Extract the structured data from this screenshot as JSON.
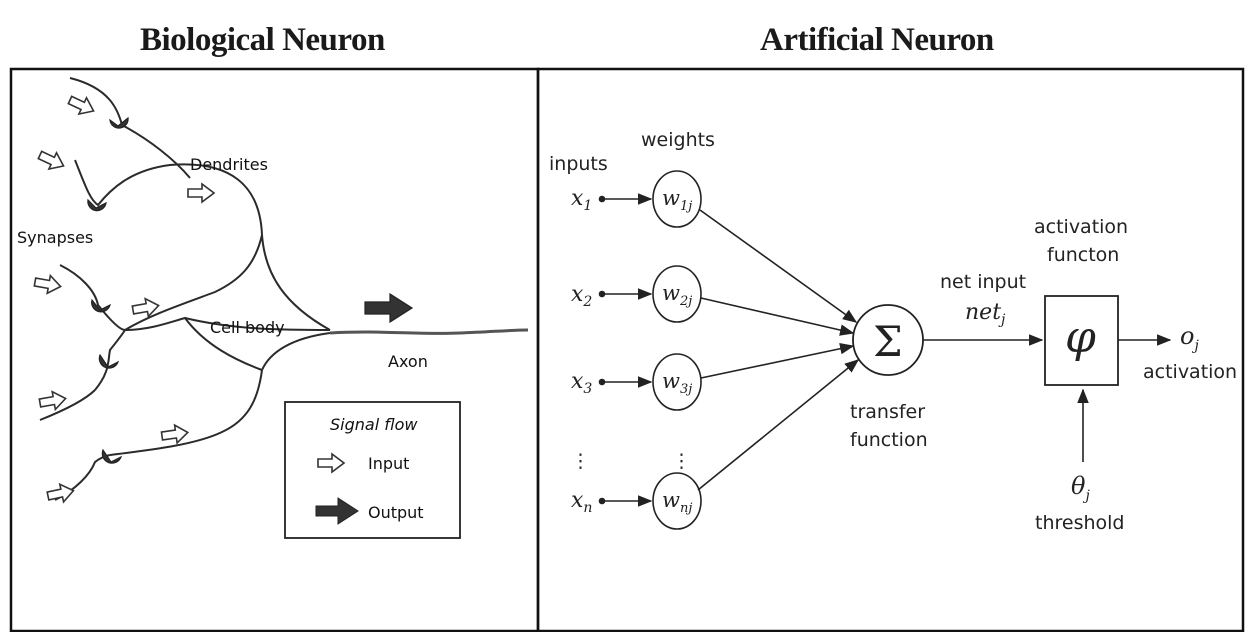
{
  "titles": {
    "biological": "Biological Neuron",
    "artificial": "Artificial Neuron"
  },
  "biological": {
    "dendrites": "Dendrites",
    "synapses": "Synapses",
    "cell_body": "Cell body",
    "axon": "Axon",
    "legend": {
      "title": "Signal flow",
      "input": "Input",
      "output": "Output"
    }
  },
  "artificial": {
    "inputs_label": "inputs",
    "weights_label": "weights",
    "inputs": [
      {
        "var": "x",
        "sub": "1"
      },
      {
        "var": "x",
        "sub": "2"
      },
      {
        "var": "x",
        "sub": "3"
      },
      {
        "var": "x",
        "sub": "n"
      }
    ],
    "weights": [
      {
        "var": "w",
        "sub": "1j"
      },
      {
        "var": "w",
        "sub": "2j"
      },
      {
        "var": "w",
        "sub": "3j"
      },
      {
        "var": "w",
        "sub": "nj"
      }
    ],
    "dots": "⋮",
    "sum_symbol": "Σ",
    "transfer_line1": "transfer",
    "transfer_line2": "function",
    "net_input": "net input",
    "net_var": "net",
    "net_sub": "j",
    "activation_line1": "activation",
    "activation_line2": "functon",
    "phi": "φ",
    "threshold_var": "θ",
    "threshold_sub": "j",
    "threshold_label": "threshold",
    "output_var": "o",
    "output_sub": "j",
    "output_label": "activation"
  }
}
